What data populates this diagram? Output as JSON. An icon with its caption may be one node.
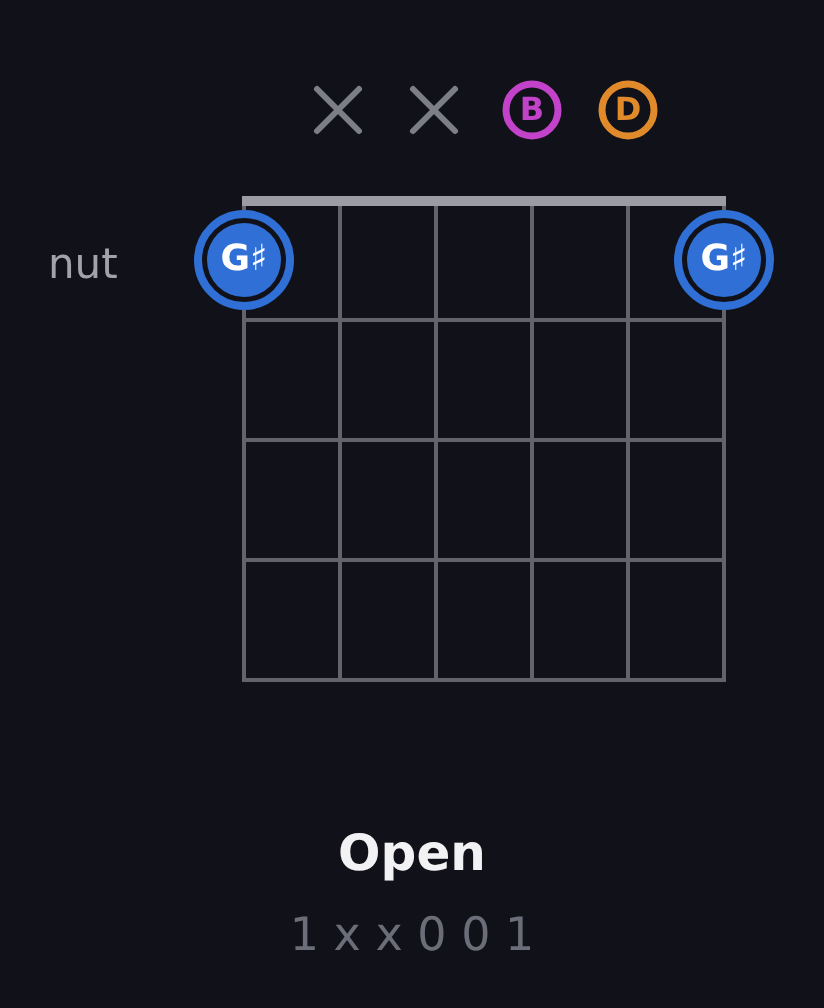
{
  "diagram": {
    "title": "Open",
    "nodes": [
      {
        "text": [],
        "shape": "cross"
      },
      {
        "text": [],
        "shape": "cross"
      },
      {
        "text": [
          "B"
        ]
      },
      {
        "text": [
          "D"
        ]
      },
      {
        "text": [
          "G♯"
        ]
      },
      {
        "text": [
          "G♯"
        ]
      }
    ],
    "labels": [
      "nut",
      "1 x x 0 0 1"
    ]
  }
}
